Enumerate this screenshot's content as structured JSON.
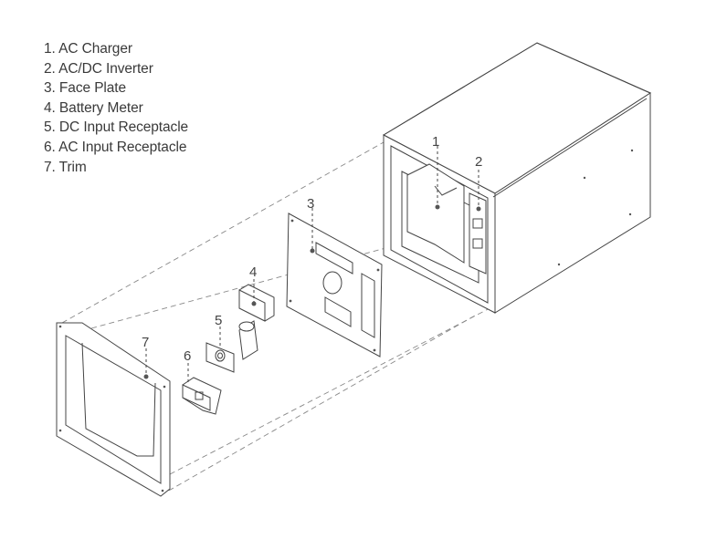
{
  "legend": {
    "items": [
      "1. AC Charger",
      "2. AC/DC Inverter",
      "3. Face Plate",
      "4. Battery Meter",
      "5. DC Input Receptacle",
      "6. AC Input Receptacle",
      "7. Trim"
    ]
  },
  "callouts": {
    "n1": "1",
    "n2": "2",
    "n3": "3",
    "n4": "4",
    "n5": "5",
    "n6": "6",
    "n7": "7"
  }
}
